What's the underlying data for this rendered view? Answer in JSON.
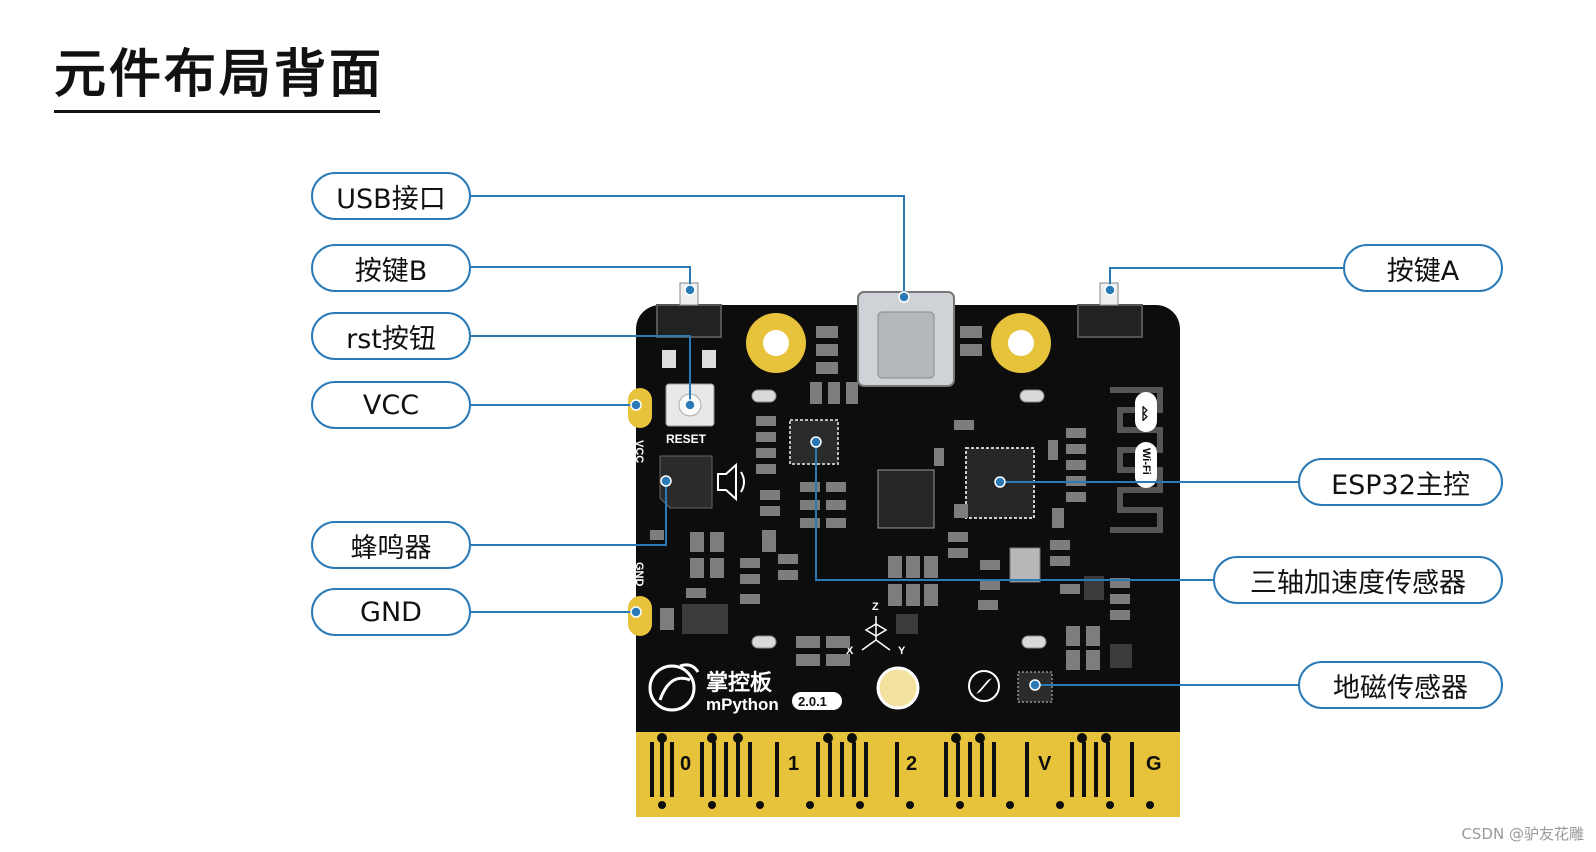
{
  "title": "元件布局背面",
  "labels": {
    "usb": "USB接口",
    "key_b": "按键B",
    "rst": "rst按钮",
    "vcc": "VCC",
    "buzzer": "蜂鸣器",
    "gnd": "GND",
    "key_a": "按键A",
    "esp32": "ESP32主控",
    "accel": "三轴加速度传感器",
    "mag": "地磁传感器"
  },
  "board": {
    "reset_text": "RESET",
    "vcc_pad_text": "VCC",
    "gnd_pad_text": "GND",
    "brand_cn": "掌控板",
    "brand_en": "mPython",
    "version": "2.0.1",
    "axis_x": "X",
    "axis_y": "Y",
    "axis_z": "Z",
    "wifi_text": "Wi-Fi",
    "pins": [
      "0",
      "1",
      "2",
      "V",
      "G"
    ]
  },
  "watermark": "CSDN @驴友花雕",
  "colors": {
    "board": "#0d0d0d",
    "gold": "#e7c33b",
    "line": "#2a7ab8"
  }
}
